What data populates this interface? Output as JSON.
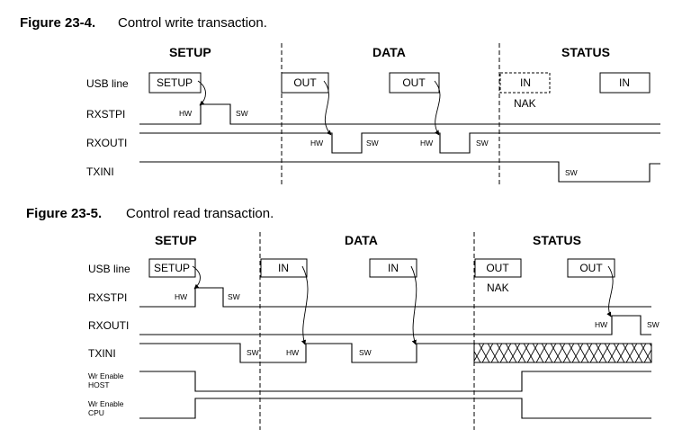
{
  "figure1": {
    "number": "Figure 23-4.",
    "caption": "Control write transaction.",
    "phases": {
      "setup": "SETUP",
      "data": "DATA",
      "status": "STATUS"
    },
    "signals": {
      "usb_line": "USB line",
      "rxstpi": "RXSTPI",
      "rxouti": "RXOUTI",
      "txini": "TXINI"
    },
    "packets": {
      "setup": "SETUP",
      "out1": "OUT",
      "out2": "OUT",
      "in_nak": "IN",
      "in2": "IN"
    },
    "nak": "NAK",
    "tags": {
      "hw": "HW",
      "sw": "SW"
    }
  },
  "figure2": {
    "number": "Figure 23-5.",
    "caption": "Control read transaction.",
    "phases": {
      "setup": "SETUP",
      "data": "DATA",
      "status": "STATUS"
    },
    "signals": {
      "usb_line": "USB line",
      "rxstpi": "RXSTPI",
      "rxouti": "RXOUTI",
      "txini": "TXINI",
      "wr_host_1": "Wr Enable",
      "wr_host_2": "HOST",
      "wr_cpu_1": "Wr Enable",
      "wr_cpu_2": "CPU"
    },
    "packets": {
      "setup": "SETUP",
      "in1": "IN",
      "in2": "IN",
      "out_nak": "OUT",
      "out2": "OUT"
    },
    "nak": "NAK",
    "tags": {
      "hw": "HW",
      "sw": "SW"
    }
  }
}
